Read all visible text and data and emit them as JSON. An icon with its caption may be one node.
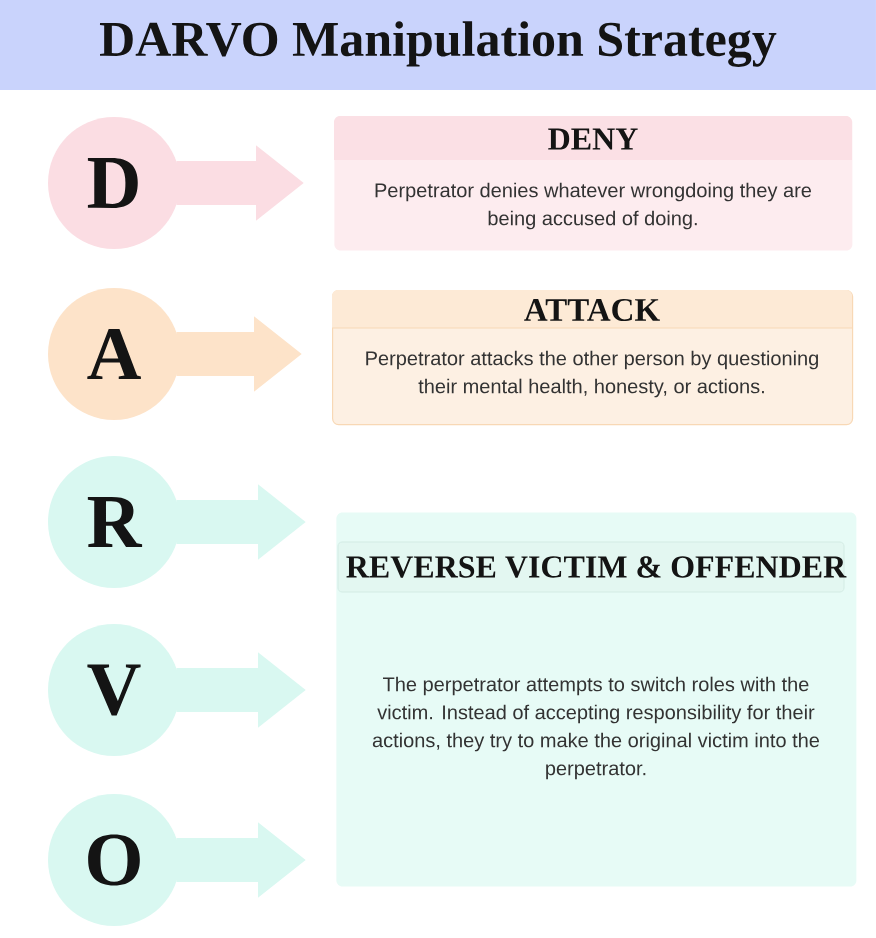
{
  "diagram": {
    "title": "DARVO Manipulation Strategy",
    "nodes": [
      {
        "text": [
          "D"
        ]
      },
      {
        "text": [
          "DENY",
          "Perpetrator denies whatever wrongdoing they are being accused of doing."
        ]
      },
      {
        "text": [
          "A"
        ]
      },
      {
        "text": [
          "ATTACK",
          "Perpetrator attacks the other person by questioning their mental health, honesty, or actions."
        ]
      },
      {
        "text": [
          "R"
        ]
      },
      {
        "text": [
          "REVERSE VICTIM & OFFENDER",
          "The perpetrator attempts to switch roles with the victim. Instead of accepting responsibility for their actions, they try to make the original victim into the perpetrator."
        ]
      },
      {
        "text": [
          "V"
        ]
      },
      {
        "text": [
          "O"
        ]
      }
    ],
    "edges": [
      {
        "from": 0,
        "to": 1,
        "arrow": "to",
        "color": "#fbdde3"
      },
      {
        "from": 2,
        "to": 3,
        "arrow": "to",
        "color": "#fde3c9"
      },
      {
        "from": 4,
        "to": 5,
        "arrow": "to"
      },
      {
        "from": 6,
        "to": 5,
        "arrow": "to"
      },
      {
        "from": 7,
        "to": 5,
        "arrow": "to"
      }
    ]
  }
}
